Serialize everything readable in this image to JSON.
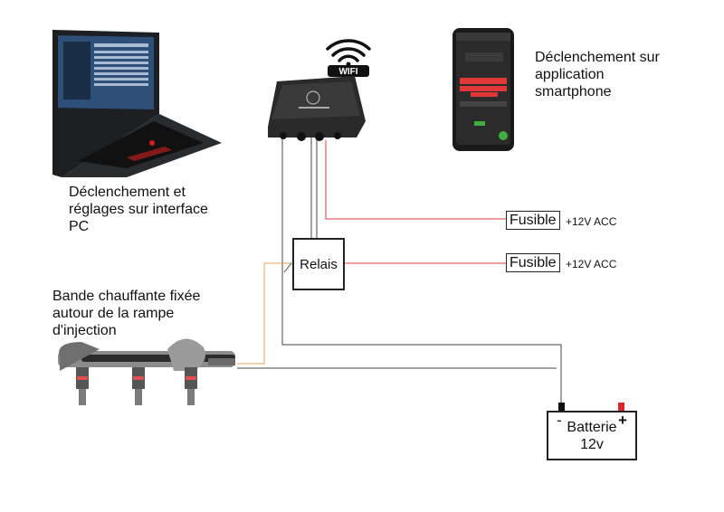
{
  "labels": {
    "pc": "Déclenchement et\nréglages sur interface\nPC",
    "smartphone": "Déclenchement sur\napplication\nsmartphone",
    "heater": "Bande chauffante fixée\nautour de la rampe\nd'injection",
    "wifi": "WIFI"
  },
  "fuse_top": {
    "label": "Fusible",
    "supply": "+12V ACC"
  },
  "fuse_bottom": {
    "label": "Fusible",
    "supply": "+12V ACC"
  },
  "relay": {
    "label": "Relais"
  },
  "battery": {
    "label": "Batterie",
    "voltage": "12v",
    "minus": "-",
    "plus": "+"
  },
  "colors": {
    "positive_wire": "#e23b3b",
    "heater_wire": "#f0a060",
    "wire": "#444444",
    "battery_plus": "#d9292a"
  },
  "icons": [
    "wifi-icon",
    "laptop-image",
    "controller-box-image",
    "smartphone-image",
    "injection-rail-image"
  ]
}
